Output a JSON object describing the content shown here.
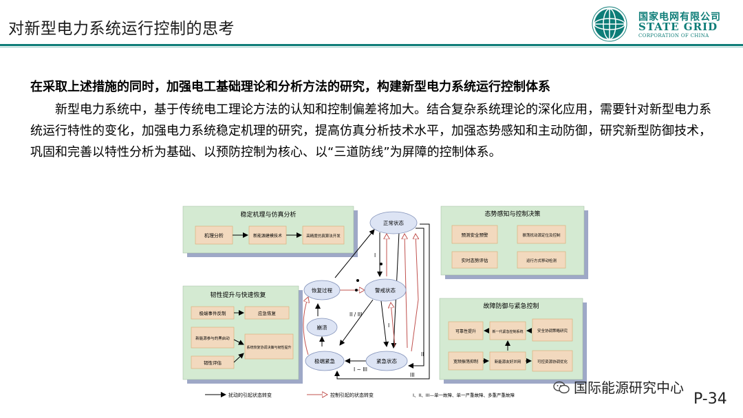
{
  "header": {
    "title": "对新型电力系统运行控制的思考",
    "logo_cn": "国家电网有限公司",
    "logo_en": "STATE GRID",
    "logo_en_sub": "CORPORATION OF CHINA"
  },
  "body": {
    "heading": "在采取上述措施的同时，加强电工基础理论和分析方法的研究，构建新型电力系统运行控制体系",
    "paragraph": "新型电力系统中，基于传统电工理论方法的认知和控制偏差将加大。结合复杂系统理论的深化应用，需要针对新型电力系统运行特性的变化，加强电力系统稳定机理的研究，提高仿真分析技术水平，加强态势感知和主动防御，研究新型防御技术，巩固和完善以特性分析为基础、以预防控制为核心、以“三道防线”为屏障的控制体系。"
  },
  "figure": {
    "panel_stability": {
      "title": "稳定机理与仿真分析",
      "items": [
        "机理分析",
        "新能源建模技术",
        "高精度仿真算法开发"
      ]
    },
    "panel_situation": {
      "title": "态势感知与控制决策",
      "items": [
        "预测安全预警",
        "振荡扰动源定位及控制",
        "实时态势评估",
        "运行方式移动检测"
      ]
    },
    "panel_resilience": {
      "title": "韧性提升与快速恢复",
      "items": [
        "极端事件反制",
        "应急恢复",
        "新能源参与的黑启动",
        "系统恢复协调决策与韧性提升",
        "韧性评估"
      ]
    },
    "panel_fault": {
      "title": "故障防御与紧急控制",
      "items": [
        "可靠性提升",
        "新一代紧急控制系统",
        "安全协调策略研究",
        "宽频振荡抑制",
        "新能源友好并网",
        "可控资源协调优化"
      ]
    },
    "states": {
      "normal": "正常状态",
      "alert": "警戒状态",
      "recovery": "恢复过程",
      "collapse": "崩溃",
      "extreme": "极端紧急",
      "emergency": "紧急状态"
    },
    "roman_labels": {
      "i1": "I",
      "i2": "I",
      "ii_iii": "II / III",
      "ii": "II",
      "iii": "III",
      "i_iii": "I ~ III"
    },
    "legend": {
      "disturbance": "扰动的引起状态转变",
      "control": "控制引起的状态转变",
      "levels": "I、II、III—单一故障、单一严重故障、多重严重故障"
    },
    "colors": {
      "panel": "#d4ead2",
      "panel_shadow": "#9ea8c7",
      "box": "#f2d9be",
      "ellipse": "#dde4f4",
      "control_arrow": "#c0504d"
    }
  },
  "footer": {
    "watermark": "国际能源研究中心",
    "page": "P-34"
  }
}
